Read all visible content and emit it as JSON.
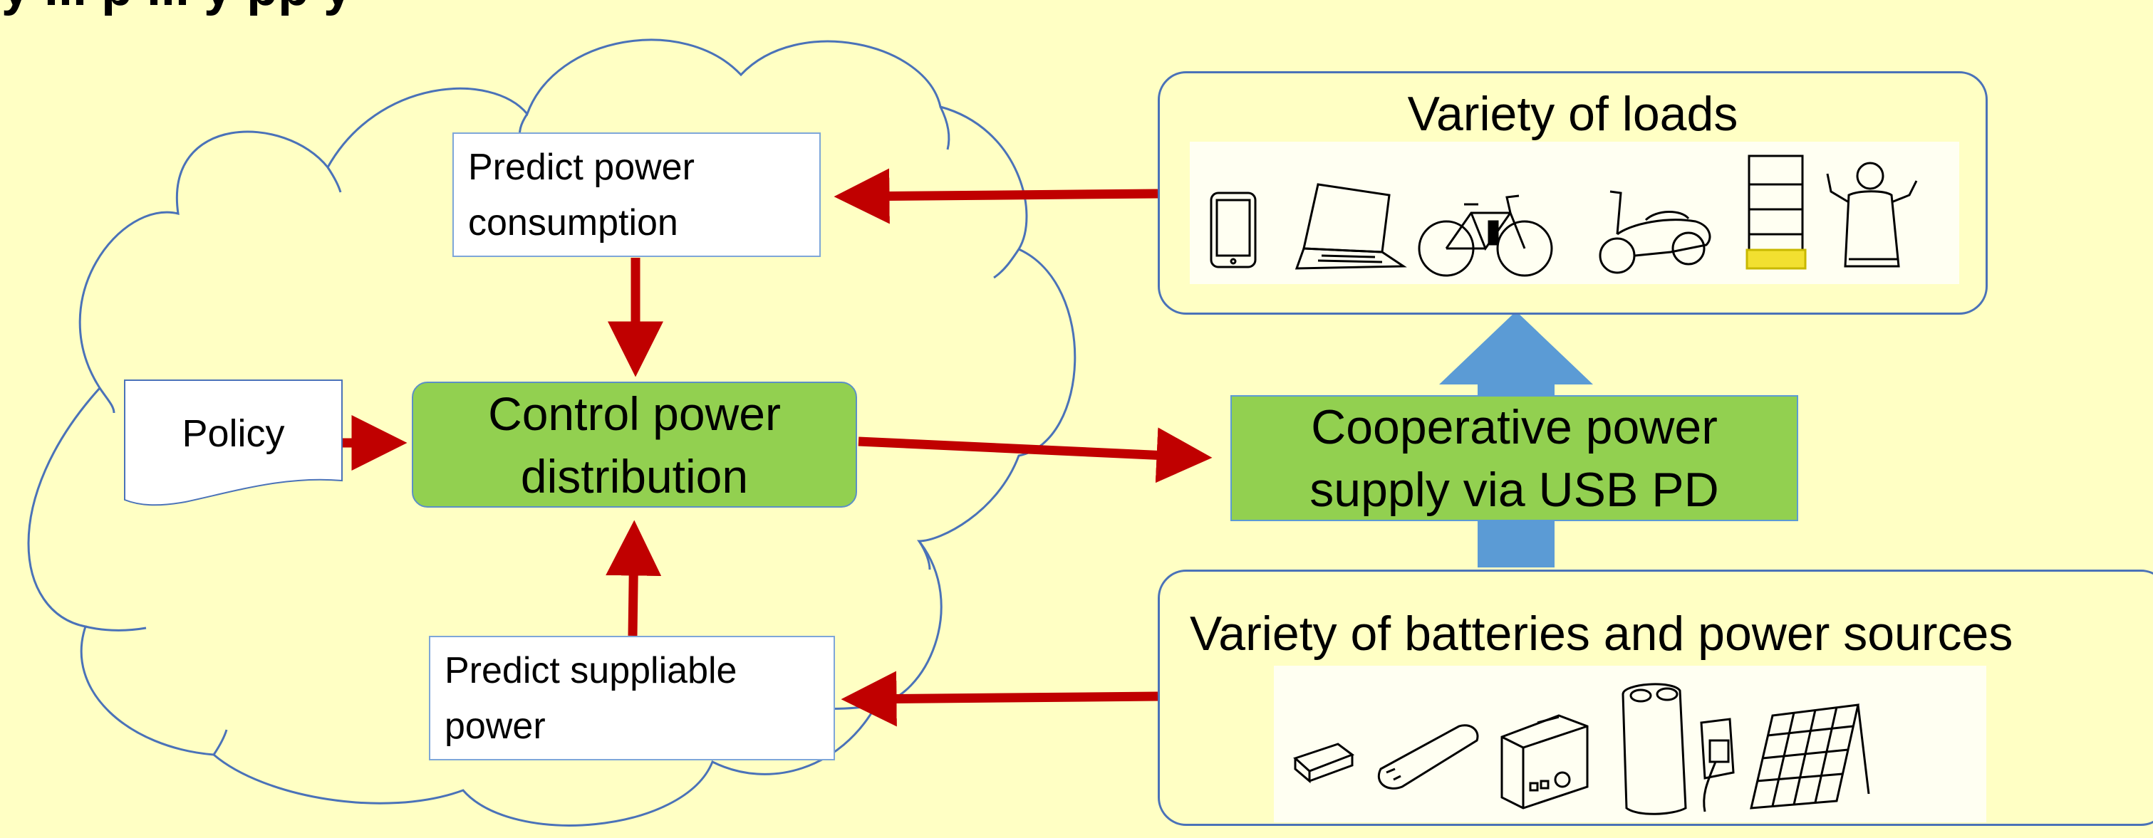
{
  "title": "y ... p ... y pp y",
  "cloud": {
    "predict_consumption": "Predict power consumption",
    "policy": "Policy",
    "control": "Control power distribution",
    "predict_suppliable": "Predict suppliable power"
  },
  "center_box": "Cooperative power supply via USB PD",
  "loads_panel": {
    "title": "Variety of loads",
    "icons": [
      "tablet-icon",
      "laptop-icon",
      "bicycle-icon",
      "scooter-icon",
      "robot-cart-icon",
      "robot-icon"
    ]
  },
  "sources_panel": {
    "title": "Variety of batteries and power sources",
    "icons": [
      "small-battery-icon",
      "power-bank-icon",
      "portable-battery-icon",
      "large-battery-icon",
      "wall-outlet-icon",
      "solar-panel-icon"
    ]
  },
  "colors": {
    "background": "#ffffc4",
    "arrow_red": "#c00000",
    "green_box": "#92d050",
    "blue_arrow": "#5b9bd5",
    "outline_blue": "#4a72b8"
  }
}
